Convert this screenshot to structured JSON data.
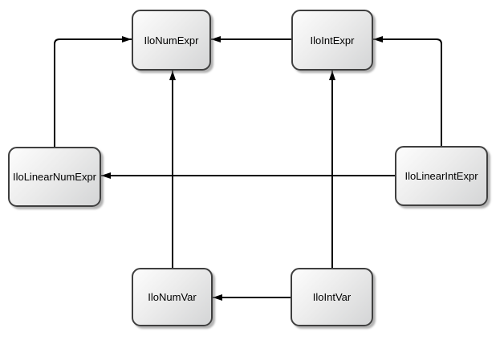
{
  "diagram": {
    "background_color": "#ffffff",
    "node_border_color": "#3f3f3f",
    "node_fill_light": "#fdfdfd",
    "node_fill_dark": "#d4d5d6",
    "edge_color": "#000000",
    "nodes": [
      {
        "label": "IloNumExpr"
      },
      {
        "label": "IloIntExpr"
      },
      {
        "label": "IloLinearNumExpr"
      },
      {
        "label": "IloLinearIntExpr"
      },
      {
        "label": "IloNumVar"
      },
      {
        "label": "IloIntVar"
      }
    ],
    "edges": [
      {
        "from": "IloLinearNumExpr",
        "to": "IloNumExpr"
      },
      {
        "from": "IloIntExpr",
        "to": "IloNumExpr"
      },
      {
        "from": "IloLinearIntExpr",
        "to": "IloIntExpr"
      },
      {
        "from": "IloNumVar",
        "to": "IloNumExpr"
      },
      {
        "from": "IloIntVar",
        "to": "IloIntExpr"
      },
      {
        "from": "IloLinearIntExpr",
        "to": "IloLinearNumExpr"
      },
      {
        "from": "IloIntVar",
        "to": "IloNumVar"
      }
    ]
  }
}
